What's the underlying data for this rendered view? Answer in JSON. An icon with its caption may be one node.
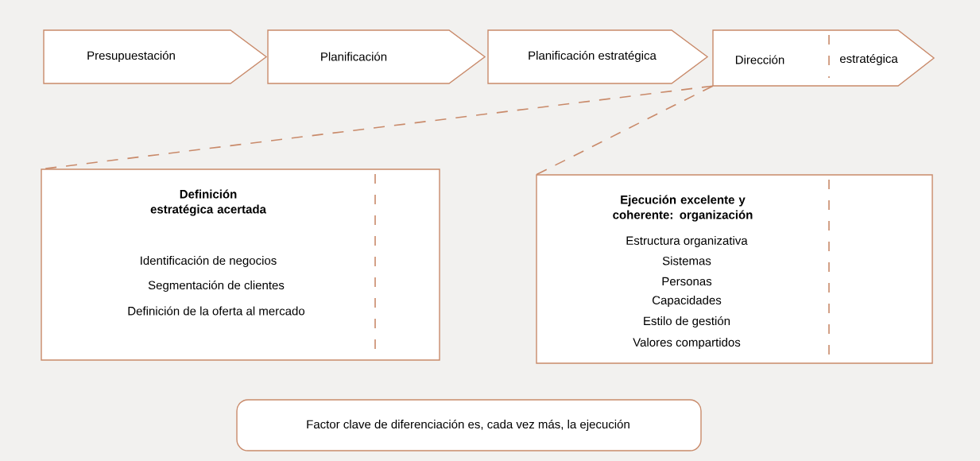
{
  "diagram": {
    "nodes": [
      {
        "text": [
          "Presupuestación"
        ]
      },
      {
        "text": [
          "Planificación"
        ]
      },
      {
        "text": [
          "Planificación estratégica"
        ]
      },
      {
        "text": [
          "Dirección",
          "estratégica"
        ]
      },
      {
        "text": [
          "Definición estratégica acertada",
          "Identificación de negocios",
          "Segmentación de clientes",
          "Definición de la oferta al mercado"
        ]
      },
      {
        "text": [
          "Ejecución excelente y coherente: organización",
          "Estructura organizativa",
          "Sistemas",
          "Personas",
          "Capacidades",
          "Estilo de gestión",
          "Valores compartidos"
        ]
      },
      {
        "text": [
          "Factor clave de diferenciación es, cada vez más, la ejecución"
        ]
      }
    ],
    "edges": [
      {
        "from": 3,
        "to": 4,
        "arrow": "none",
        "style": "dashed"
      },
      {
        "from": 3,
        "to": 5,
        "arrow": "none",
        "style": "dashed"
      }
    ]
  }
}
